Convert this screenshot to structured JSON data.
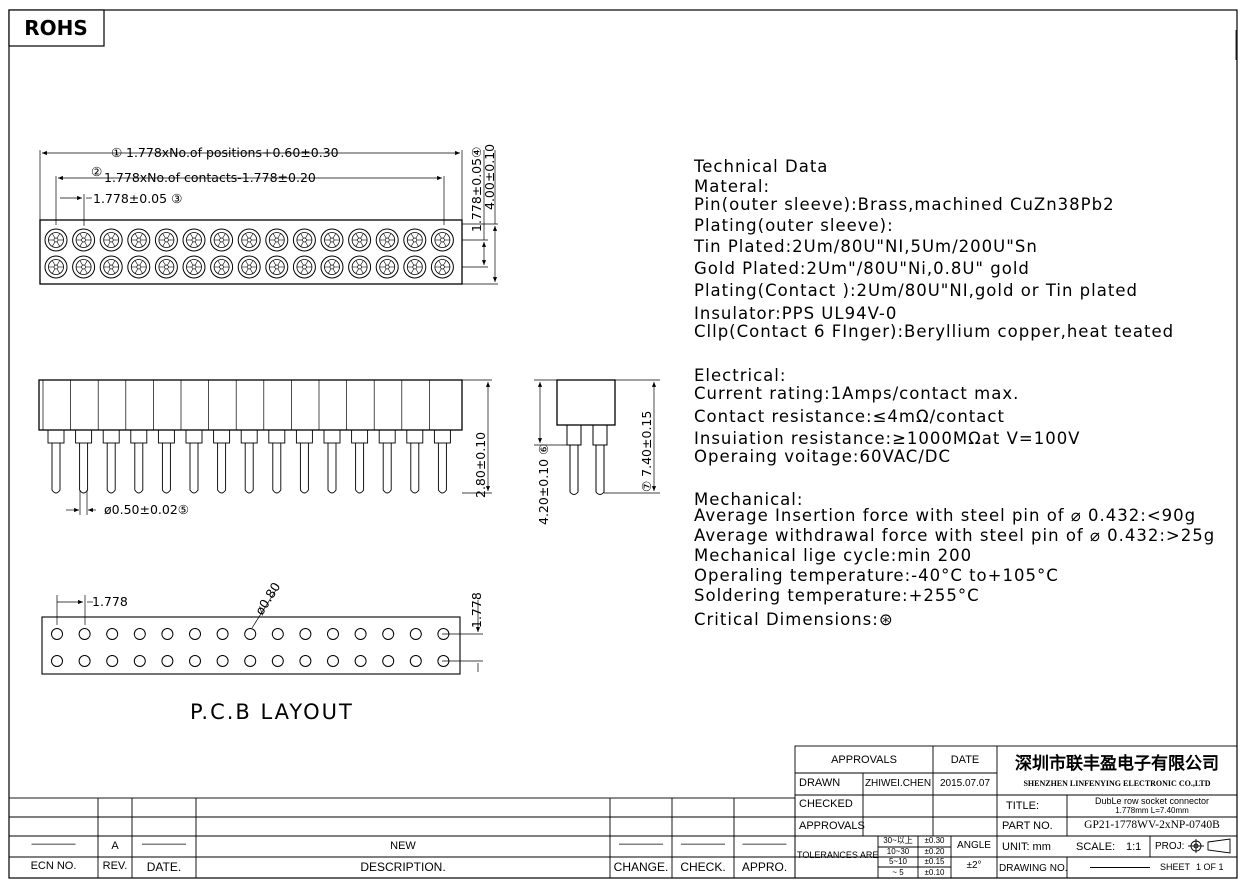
{
  "header": {
    "rohs": "ROHS"
  },
  "top_view": {
    "dim1_marker": "①",
    "dim1": "1.778xNo.of positions+0.60±0.30",
    "dim2_marker": "②",
    "dim2": "1.778xNo.of contacts-1.778±0.20",
    "dim3": "1.778±0.05 ③",
    "dim4": "1.778±0.05④",
    "dim5": "4.00±0.10"
  },
  "side_view": {
    "dim_height": "2.80±0.10",
    "dim_pin": "ø0.50±0.02⑤"
  },
  "end_view": {
    "dim_left": "4.20±0.10 ⑥",
    "dim_right": "⑦ 7.40±0.15"
  },
  "pcb": {
    "pitch": "1.778",
    "hole": "ø0.80",
    "row_pitch": "1.778",
    "label": "P.C.B LAYOUT"
  },
  "specs": {
    "technical": [
      "Technical Data",
      "Materal:",
      "Pin(outer sleeve):Brass,machined CuZn38Pb2",
      "Plating(outer sleeve):",
      "Tin Plated:2Um/80U\"NI,5Um/200U\"Sn",
      "Gold Plated:2Um\"/80U\"Ni,0.8U\" gold",
      "Plating(Contact ):2Um/80U\"NI,gold or Tin plated",
      "Insulator:PPS UL94V-0",
      "Cllp(Contact 6 FInger):Beryllium copper,heat teated"
    ],
    "electrical": [
      "Electrical:",
      "Current rating:1Amps/contact max.",
      "Contact resistance:≤4mΩ/contact",
      "Insuiation resistance:≥1000MΩat V=100V",
      "Operaing voitage:60VAC/DC"
    ],
    "mechanical": [
      "Mechanical:",
      "Average Insertion force with steel pin of ⌀ 0.432:<90g",
      "Average withdrawal force with steel pin of ⌀ 0.432:>25g",
      "Mechanical lige cycle:min 200",
      "Operaling temperature:-40°C to+105°C",
      "Soldering temperature:+255°C",
      "Critical Dimensions:⊛"
    ]
  },
  "title_block": {
    "approvals_header": "APPROVALS",
    "date_header": "DATE",
    "company_cn": "深圳市联丰盈电子有限公司",
    "company_en": "SHENZHEN LINFENYING ELECTRONIC CO.,LTD",
    "drawn_label": "DRAWN",
    "drawn_by": "ZHIWEI.CHEN",
    "drawn_date": "2015.07.07",
    "checked_label": "CHECKED",
    "approvals_label": "APPROVALS",
    "title_label": "TITLE:",
    "title_line1": "DubLe row socket connector",
    "title_line2": "1.778mm  L=7.40mm",
    "part_label": "PART NO.",
    "part_no": "GP21-1778WV-2xNP-0740B",
    "tolerances_label": "TOLERANCES ARE",
    "tol_ranges": [
      "30~以上",
      "10~30",
      "5~10",
      "~ 5"
    ],
    "tol_values": [
      "±0.30",
      "±0.20",
      "±0.15",
      "±0.10"
    ],
    "angle_label": "ANGLE",
    "angle_value": "±2°",
    "unit_label": "UNIT: mm",
    "scale_label": "SCALE:",
    "scale_value": "1:1",
    "proj_label": "PROJ:",
    "drawing_no_label": "DRAWING NO.",
    "sheet_label": "SHEET",
    "sheet_value": "1 OF 1"
  },
  "revision_block": {
    "headers": [
      "ECN NO.",
      "REV.",
      "DATE.",
      "DESCRIPTION.",
      "CHANGE.",
      "CHECK.",
      "APPRO."
    ],
    "row": [
      "————",
      "A",
      "————",
      "NEW",
      "————",
      "————",
      "————"
    ]
  }
}
